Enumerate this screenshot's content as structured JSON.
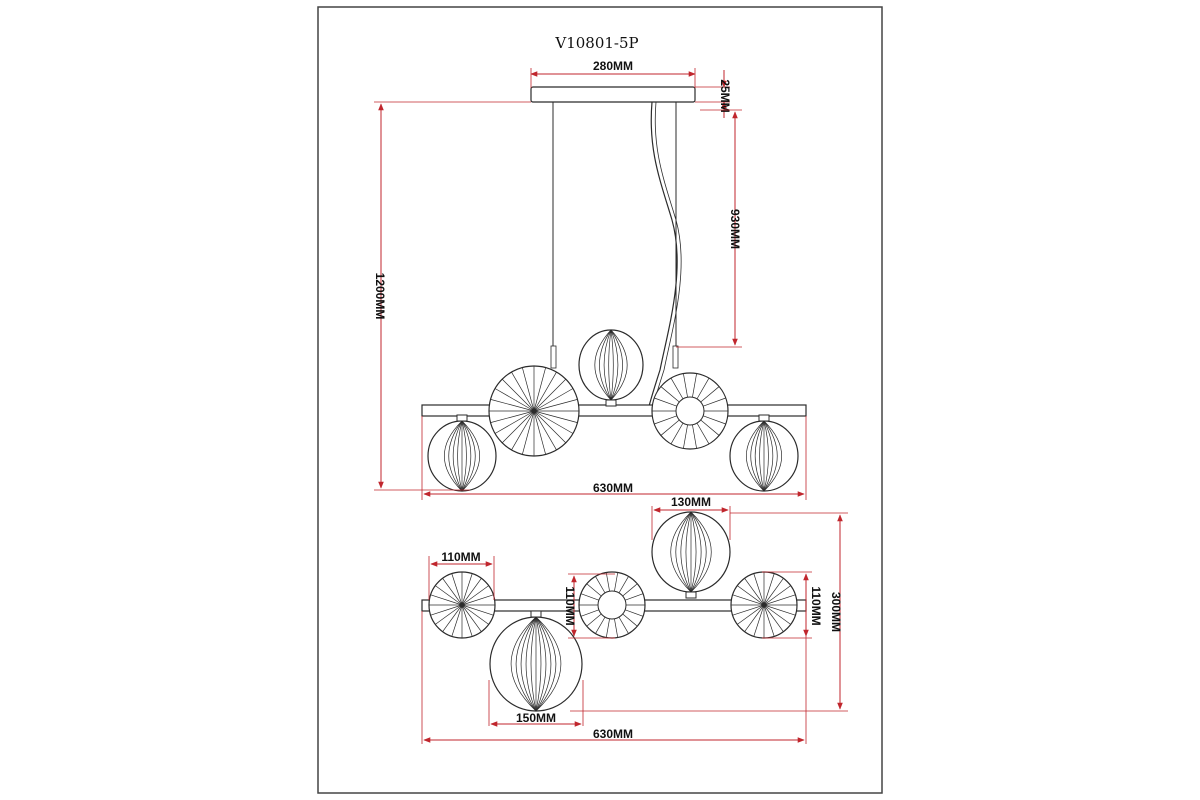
{
  "drawing": {
    "title": "V10801-5P",
    "colors": {
      "dimension": "#c0262d",
      "outline": "#2b2b2b",
      "frame": "#444444",
      "background": "#ffffff"
    }
  },
  "front_view": {
    "canopy_width": "280MM",
    "canopy_height": "25MM",
    "overall_height": "1200MM",
    "suspension_length": "930MM",
    "overall_width": "630MM"
  },
  "top_view": {
    "small_disc": "110MM",
    "large_globe_top": "130MM",
    "center_disc": "110MM",
    "right_disc": "110MM",
    "depth": "300MM",
    "large_globe_bottom": "150MM",
    "overall_width": "630MM"
  }
}
